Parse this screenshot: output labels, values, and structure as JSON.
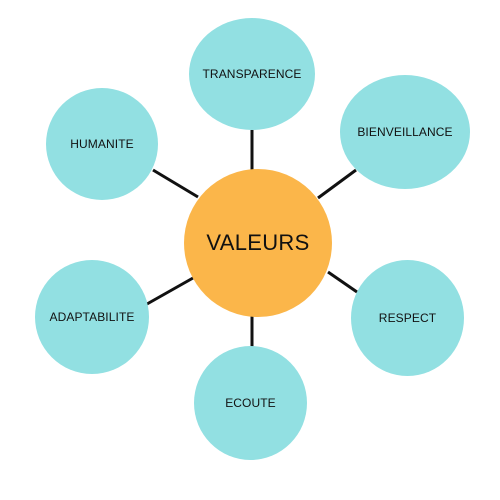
{
  "center": {
    "label": "VALEURS"
  },
  "values": {
    "transparence": "TRANSPARENCE",
    "bienveillance": "BIENVEILLANCE",
    "humanite": "HUMANITE",
    "adaptabilite": "ADAPTABILITE",
    "respect": "RESPECT",
    "ecoute": "ECOUTE"
  },
  "colors": {
    "center_fill": "#FBB64A",
    "satellite_fill": "#92E0E2",
    "connector": "#111111"
  }
}
